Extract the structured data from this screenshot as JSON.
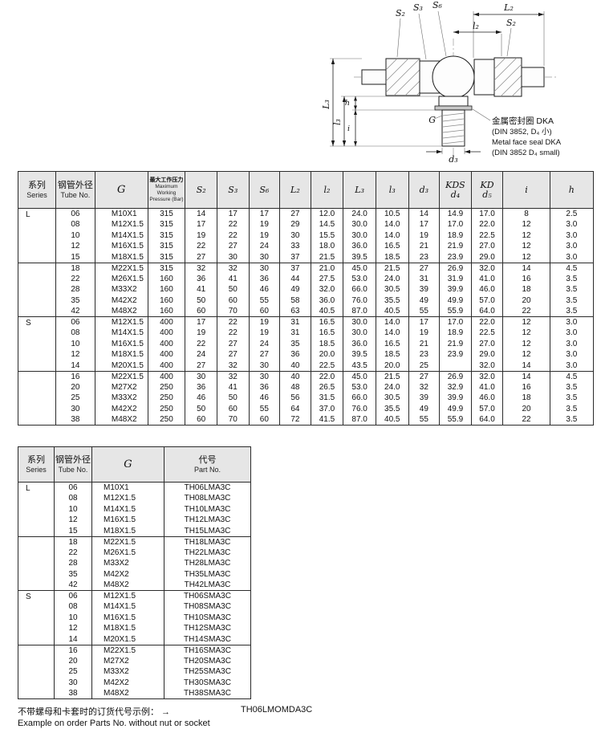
{
  "drawing": {
    "dims": {
      "L2": "L₂",
      "S2a": "S₂",
      "S3": "S₃",
      "S6": "S₆",
      "S2b": "S₂",
      "l2": "l₂",
      "L3": "L₃",
      "l3": "l₃",
      "h": "h",
      "i": "i",
      "G": "G",
      "d3": "d₃"
    },
    "note": {
      "line1": "金属密封圈 DKA",
      "line2": "(DIN 3852, D₄ 小)",
      "line3": "Metal face seal DKA",
      "line4": "(DIN 3852 D₄ small)"
    }
  },
  "table1": {
    "columns": [
      {
        "cn": "系列",
        "en": "Series"
      },
      {
        "cn": "钢管外径",
        "en": "Tube No."
      },
      {
        "t": "G",
        "big": true
      },
      {
        "cn": "最大工作压力",
        "en": "Maximum Working",
        "en2": "Pressure (Bar)",
        "small": true
      },
      {
        "t": "S₂"
      },
      {
        "t": "S₃"
      },
      {
        "t": "S₆"
      },
      {
        "t": "L₂"
      },
      {
        "t": "l₂"
      },
      {
        "t": "L₃"
      },
      {
        "t": "l₃"
      },
      {
        "t": "d₃"
      },
      {
        "t": "KDS",
        "b": "d₄"
      },
      {
        "t": "KD",
        "b": "d₅"
      },
      {
        "t": "i"
      },
      {
        "t": "h"
      }
    ],
    "groups": [
      {
        "series": "L",
        "blocks": [
          {
            "rows": [
              [
                "06",
                "M10X1",
                "315",
                "14",
                "17",
                "17",
                "27",
                "12.0",
                "24.0",
                "10.5",
                "14",
                "14.9",
                "17.0",
                "8",
                "2.5"
              ],
              [
                "08",
                "M12X1.5",
                "315",
                "17",
                "22",
                "19",
                "29",
                "14.5",
                "30.0",
                "14.0",
                "17",
                "17.0",
                "22.0",
                "12",
                "3.0"
              ],
              [
                "10",
                "M14X1.5",
                "315",
                "19",
                "22",
                "19",
                "30",
                "15.5",
                "30.0",
                "14.0",
                "19",
                "18.9",
                "22.5",
                "12",
                "3.0"
              ],
              [
                "12",
                "M16X1.5",
                "315",
                "22",
                "27",
                "24",
                "33",
                "18.0",
                "36.0",
                "16.5",
                "21",
                "21.9",
                "27.0",
                "12",
                "3.0"
              ],
              [
                "15",
                "M18X1.5",
                "315",
                "27",
                "30",
                "30",
                "37",
                "21.5",
                "39.5",
                "18.5",
                "23",
                "23.9",
                "29.0",
                "12",
                "3.0"
              ]
            ]
          },
          {
            "rows": [
              [
                "18",
                "M22X1.5",
                "315",
                "32",
                "32",
                "30",
                "37",
                "21.0",
                "45.0",
                "21.5",
                "27",
                "26.9",
                "32.0",
                "14",
                "4.5"
              ],
              [
                "22",
                "M26X1.5",
                "160",
                "36",
                "41",
                "36",
                "44",
                "27.5",
                "53.0",
                "24.0",
                "31",
                "31.9",
                "41.0",
                "16",
                "3.5"
              ],
              [
                "28",
                "M33X2",
                "160",
                "41",
                "50",
                "46",
                "49",
                "32.0",
                "66.0",
                "30.5",
                "39",
                "39.9",
                "46.0",
                "18",
                "3.5"
              ],
              [
                "35",
                "M42X2",
                "160",
                "50",
                "60",
                "55",
                "58",
                "36.0",
                "76.0",
                "35.5",
                "49",
                "49.9",
                "57.0",
                "20",
                "3.5"
              ],
              [
                "42",
                "M48X2",
                "160",
                "60",
                "70",
                "60",
                "63",
                "40.5",
                "87.0",
                "40.5",
                "55",
                "55.9",
                "64.0",
                "22",
                "3.5"
              ]
            ]
          }
        ]
      },
      {
        "series": "S",
        "blocks": [
          {
            "rows": [
              [
                "06",
                "M12X1.5",
                "400",
                "17",
                "22",
                "19",
                "31",
                "16.5",
                "30.0",
                "14.0",
                "17",
                "17.0",
                "22.0",
                "12",
                "3.0"
              ],
              [
                "08",
                "M14X1.5",
                "400",
                "19",
                "22",
                "19",
                "31",
                "16.5",
                "30.0",
                "14.0",
                "19",
                "18.9",
                "22.5",
                "12",
                "3.0"
              ],
              [
                "10",
                "M16X1.5",
                "400",
                "22",
                "27",
                "24",
                "35",
                "18.5",
                "36.0",
                "16.5",
                "21",
                "21.9",
                "27.0",
                "12",
                "3.0"
              ],
              [
                "12",
                "M18X1.5",
                "400",
                "24",
                "27",
                "27",
                "36",
                "20.0",
                "39.5",
                "18.5",
                "23",
                "23.9",
                "29.0",
                "12",
                "3.0"
              ],
              [
                "14",
                "M20X1.5",
                "400",
                "27",
                "32",
                "30",
                "40",
                "22.5",
                "43.5",
                "20.0",
                "25",
                "",
                "32.0",
                "14",
                "3.0"
              ]
            ]
          },
          {
            "rows": [
              [
                "16",
                "M22X1.5",
                "400",
                "30",
                "32",
                "30",
                "40",
                "22.0",
                "45.0",
                "21.5",
                "27",
                "26.9",
                "32.0",
                "14",
                "4.5"
              ],
              [
                "20",
                "M27X2",
                "250",
                "36",
                "41",
                "36",
                "48",
                "26.5",
                "53.0",
                "24.0",
                "32",
                "32.9",
                "41.0",
                "16",
                "3.5"
              ],
              [
                "25",
                "M33X2",
                "250",
                "46",
                "50",
                "46",
                "56",
                "31.5",
                "66.0",
                "30.5",
                "39",
                "39.9",
                "46.0",
                "18",
                "3.5"
              ],
              [
                "30",
                "M42X2",
                "250",
                "50",
                "60",
                "55",
                "64",
                "37.0",
                "76.0",
                "35.5",
                "49",
                "49.9",
                "57.0",
                "20",
                "3.5"
              ],
              [
                "38",
                "M48X2",
                "250",
                "60",
                "70",
                "60",
                "72",
                "41.5",
                "87.0",
                "40.5",
                "55",
                "55.9",
                "64.0",
                "22",
                "3.5"
              ]
            ]
          }
        ]
      }
    ]
  },
  "table2": {
    "columns": [
      {
        "cn": "系列",
        "en": "Series"
      },
      {
        "cn": "钢管外径",
        "en": "Tube No."
      },
      {
        "t": "G",
        "big": true
      },
      {
        "cn": "代号",
        "en": "Part No."
      }
    ],
    "groups": [
      {
        "series": "L",
        "blocks": [
          {
            "rows": [
              [
                "06",
                "M10X1",
                "TH06LMA3C"
              ],
              [
                "08",
                "M12X1.5",
                "TH08LMA3C"
              ],
              [
                "10",
                "M14X1.5",
                "TH10LMA3C"
              ],
              [
                "12",
                "M16X1.5",
                "TH12LMA3C"
              ],
              [
                "15",
                "M18X1.5",
                "TH15LMA3C"
              ]
            ]
          },
          {
            "rows": [
              [
                "18",
                "M22X1.5",
                "TH18LMA3C"
              ],
              [
                "22",
                "M26X1.5",
                "TH22LMA3C"
              ],
              [
                "28",
                "M33X2",
                "TH28LMA3C"
              ],
              [
                "35",
                "M42X2",
                "TH35LMA3C"
              ],
              [
                "42",
                "M48X2",
                "TH42LMA3C"
              ]
            ]
          }
        ]
      },
      {
        "series": "S",
        "blocks": [
          {
            "rows": [
              [
                "06",
                "M12X1.5",
                "TH06SMA3C"
              ],
              [
                "08",
                "M14X1.5",
                "TH08SMA3C"
              ],
              [
                "10",
                "M16X1.5",
                "TH10SMA3C"
              ],
              [
                "12",
                "M18X1.5",
                "TH12SMA3C"
              ],
              [
                "14",
                "M20X1.5",
                "TH14SMA3C"
              ]
            ]
          },
          {
            "rows": [
              [
                "16",
                "M22X1.5",
                "TH16SMA3C"
              ],
              [
                "20",
                "M27X2",
                "TH20SMA3C"
              ],
              [
                "25",
                "M33X2",
                "TH25SMA3C"
              ],
              [
                "30",
                "M42X2",
                "TH30SMA3C"
              ],
              [
                "38",
                "M48X2",
                "TH38SMA3C"
              ]
            ]
          }
        ]
      }
    ]
  },
  "footer": {
    "cn": "不带螺母和卡套时的订货代号示例： →",
    "part": "TH06LMOMDA3C",
    "en": "Example on order Parts No. without nut or socket"
  }
}
